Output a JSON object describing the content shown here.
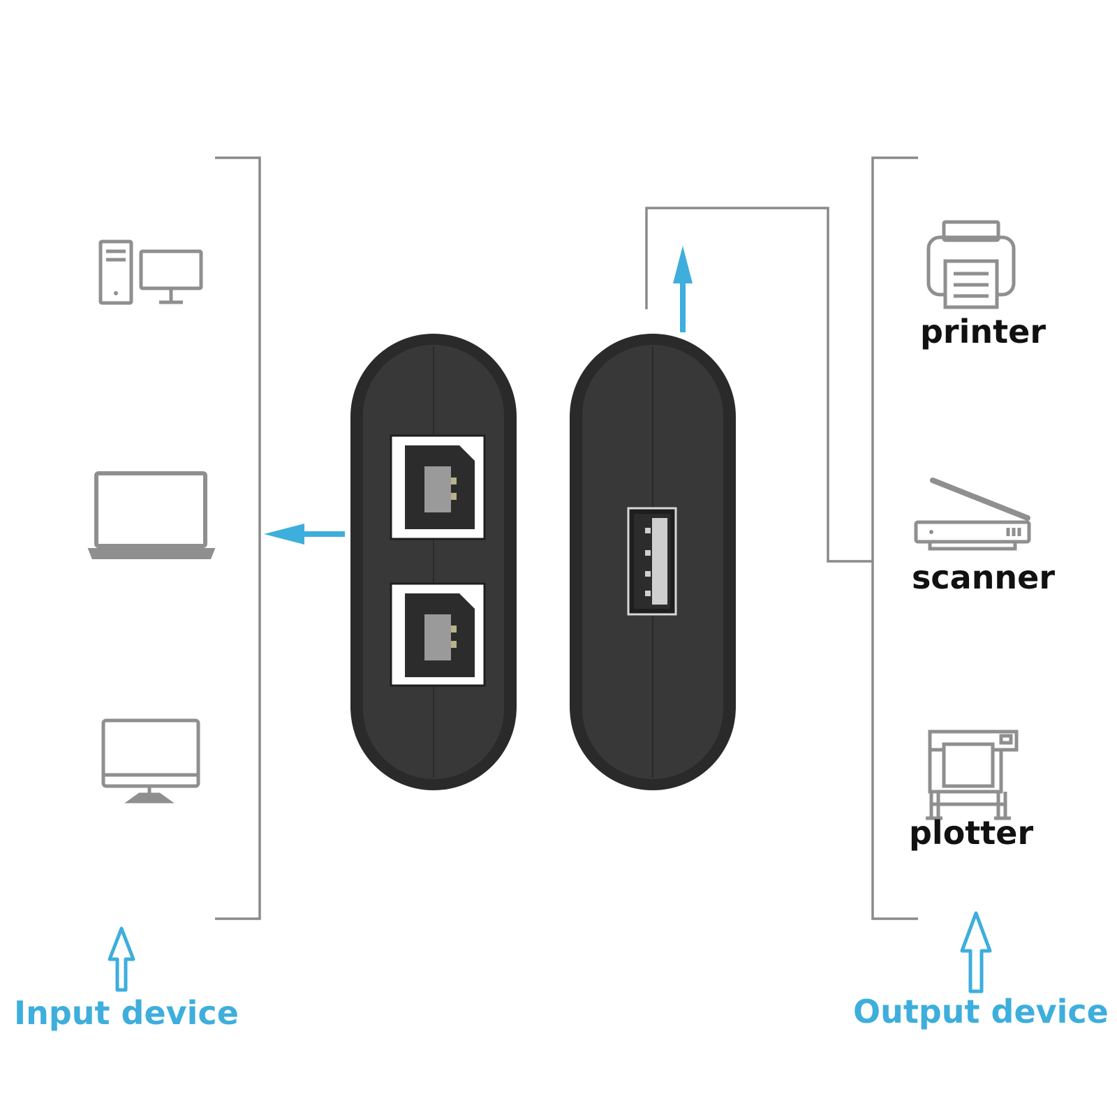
{
  "colors": {
    "accent": "#3eaedc",
    "line": "#8a8a8a",
    "icon": "#8f8f8f",
    "device": "#2f2f2f",
    "text": "#111111"
  },
  "input_group": {
    "label": "Input device",
    "icons": [
      "desktop-tower-icon",
      "laptop-icon",
      "monitor-icon"
    ]
  },
  "output_group": {
    "label": "Output device",
    "devices": [
      {
        "label": "printer",
        "icon": "printer-icon"
      },
      {
        "label": "scanner",
        "icon": "scanner-icon"
      },
      {
        "label": "plotter",
        "icon": "plotter-icon"
      }
    ]
  },
  "switch_unit": {
    "input_ports": [
      "usb-b-port",
      "usb-b-port"
    ],
    "output_ports": [
      "usb-a-port"
    ]
  }
}
